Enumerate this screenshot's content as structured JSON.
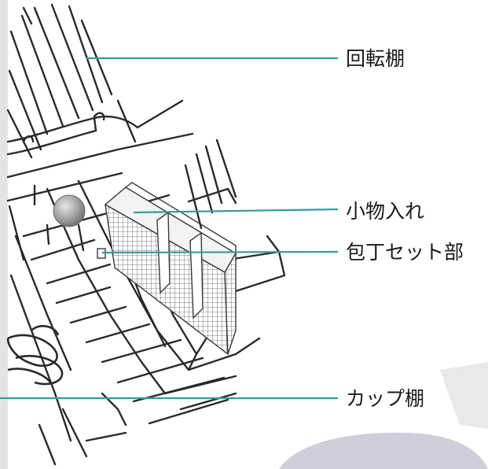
{
  "labels": {
    "rotating_shelf": "回転棚",
    "small_items": "小物入れ",
    "knife_holder": "包丁セット部",
    "cup_shelf": "カップ棚"
  },
  "colors": {
    "leader_line": "#3b9a9a",
    "rack_wire": "#2a2a2a",
    "basket": "#3a3a3a",
    "ball": "#9a9a9a"
  }
}
